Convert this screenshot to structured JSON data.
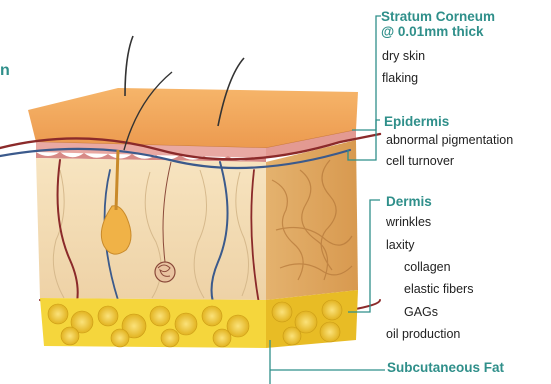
{
  "edge_fragment": "n",
  "layers": [
    {
      "title_lines": [
        "Stratum Corneum",
        "@ 0.01mm thick"
      ],
      "items": [
        "dry skin",
        "flaking"
      ]
    },
    {
      "title_lines": [
        "Epidermis"
      ],
      "items": [
        "abnormal pigmentation",
        "cell turnover"
      ]
    },
    {
      "title_lines": [
        "Dermis"
      ],
      "items": [
        "wrinkles",
        "laxity",
        "collagen",
        "elastic fibers",
        "GAGs",
        "oil production"
      ]
    },
    {
      "title_lines": [
        "Subcutaneous Fat"
      ],
      "items": []
    }
  ],
  "colors": {
    "accent": "#2f8f8a",
    "skin_top": "#f0a65a",
    "epidermis_pink": "#e9a9a3",
    "dermis": "#f3dcb4",
    "fat": "#f5d63c"
  }
}
